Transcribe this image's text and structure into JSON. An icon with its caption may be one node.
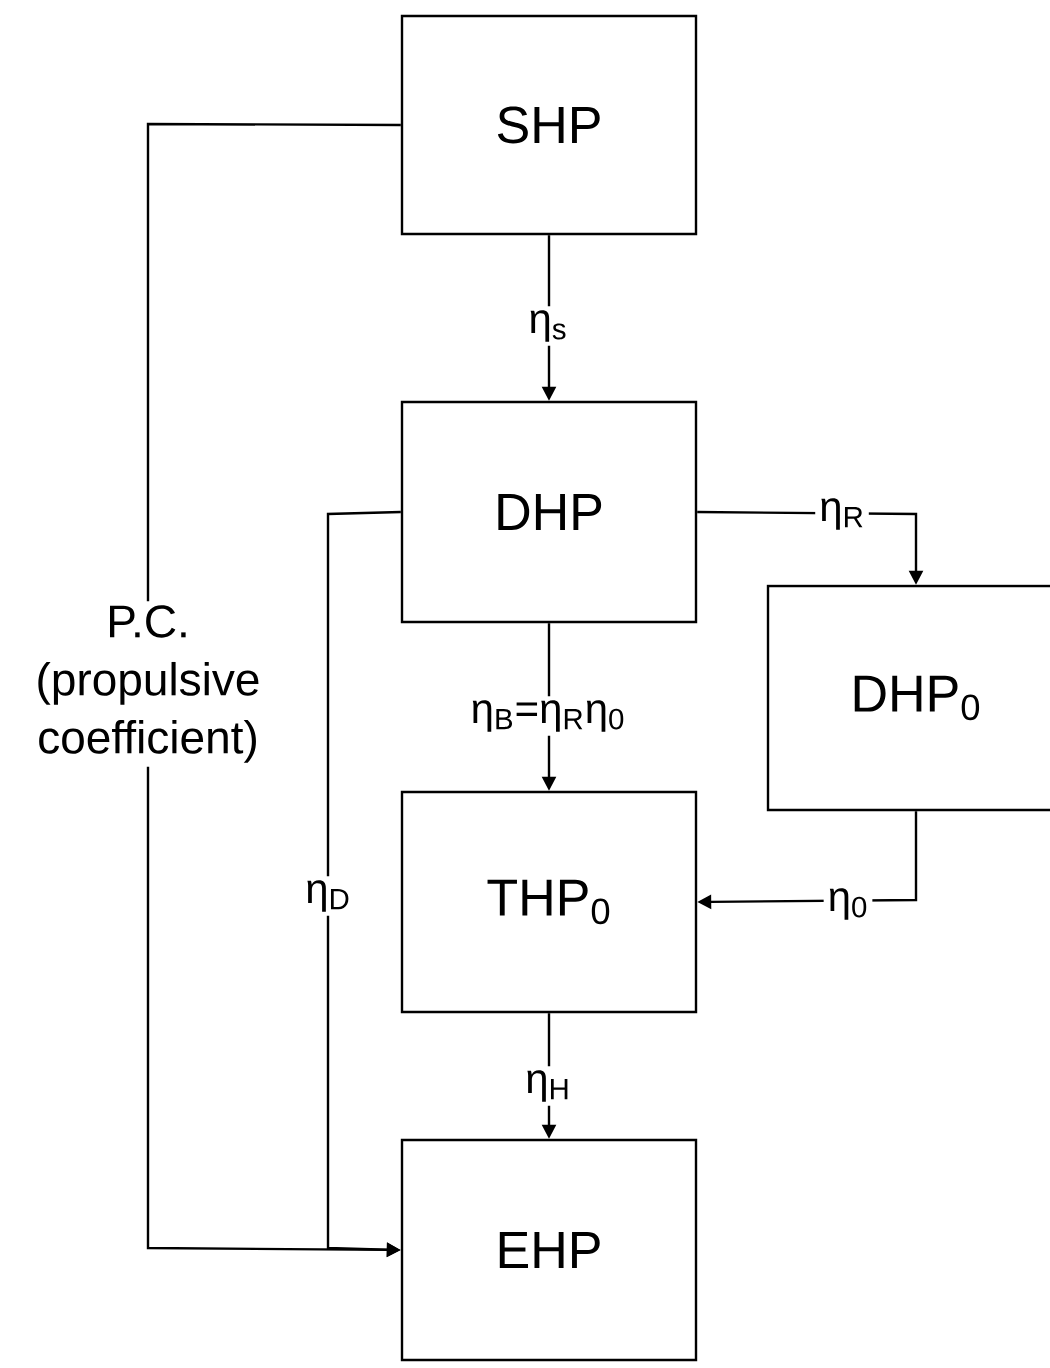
{
  "diagram": {
    "nodes": [
      {
        "text": [
          "SHP"
        ]
      },
      {
        "text": [
          "DHP"
        ]
      },
      {
        "text": [
          "DHP$_{0}$"
        ]
      },
      {
        "text": [
          "THP$_{0}$"
        ]
      },
      {
        "text": [
          "EHP"
        ]
      }
    ],
    "edges": [
      {
        "from": 0,
        "to": 1,
        "arrow": "to",
        "label": "η$_{s}$"
      },
      {
        "from": 1,
        "to": 2,
        "arrow": "to",
        "label": "η$_{R}$"
      },
      {
        "from": 1,
        "to": 3,
        "arrow": "to",
        "label": "η$_{B}$=η$_{R}$η$_{0}$"
      },
      {
        "from": 2,
        "to": 3,
        "arrow": "to",
        "label": "η$_{0}$"
      },
      {
        "from": 3,
        "to": 4,
        "arrow": "to",
        "label": "η$_{H}$"
      },
      {
        "from": 1,
        "to": 4,
        "arrow": "to",
        "label": "η$_{D}$"
      },
      {
        "from": 0,
        "to": 4,
        "arrow": "to",
        "label": "P.C. (propulsive coefficient)"
      }
    ]
  }
}
